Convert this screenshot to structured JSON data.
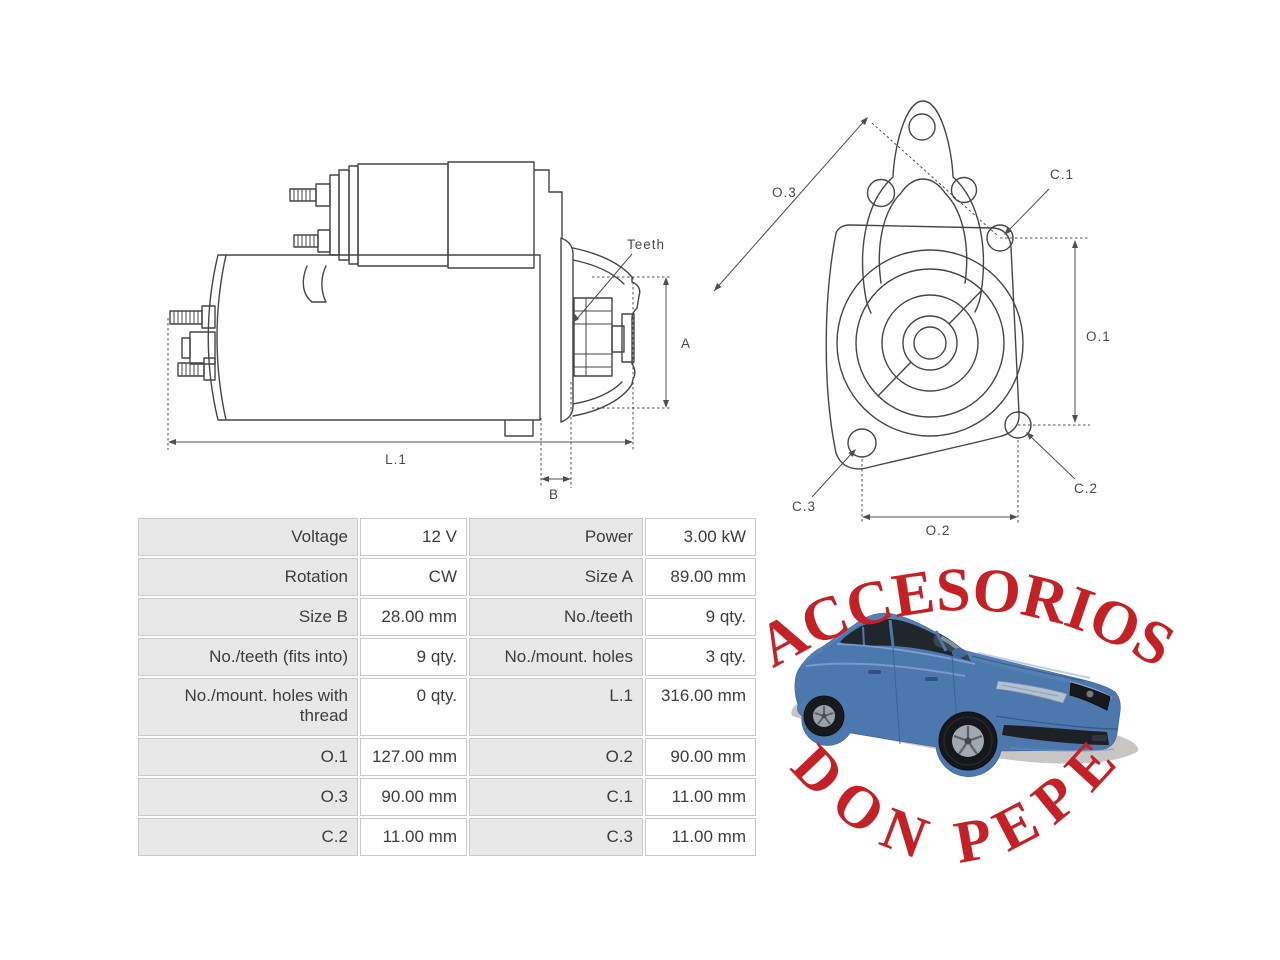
{
  "page": {
    "background": "#ffffff"
  },
  "diagrams": {
    "side_view": {
      "labels": {
        "teeth": "Teeth",
        "size_a": "A",
        "length_l1": "L.1",
        "size_b": "B"
      },
      "line_color": "#454545"
    },
    "front_view": {
      "labels": {
        "o3": "O.3",
        "c1": "C.1",
        "o1": "O.1",
        "c2": "C.2",
        "c3": "C.3",
        "o2": "O.2"
      },
      "line_color": "#454545"
    }
  },
  "spec_table": {
    "label_bg": "#e8e8e8",
    "value_bg": "#ffffff",
    "border_color": "#c9c9c9",
    "text_color": "#3d3d3d",
    "rows": [
      {
        "c0": "Voltage",
        "c1": "12 V",
        "c2": "Power",
        "c3": "3.00 kW"
      },
      {
        "c0": "Rotation",
        "c1": "CW",
        "c2": "Size A",
        "c3": "89.00 mm"
      },
      {
        "c0": "Size B",
        "c1": "28.00 mm",
        "c2": "No./teeth",
        "c3": "9 qty."
      },
      {
        "c0": "No./teeth (fits into)",
        "c1": "9 qty.",
        "c2": "No./mount. holes",
        "c3": "3 qty."
      },
      {
        "c0": "No./mount. holes with thread",
        "c1": "0 qty.",
        "c2": "L.1",
        "c3": "316.00 mm"
      },
      {
        "c0": "O.1",
        "c1": "127.00 mm",
        "c2": "O.2",
        "c3": "90.00 mm"
      },
      {
        "c0": "O.3",
        "c1": "90.00 mm",
        "c2": "C.1",
        "c3": "11.00 mm"
      },
      {
        "c0": "C.2",
        "c1": "11.00 mm",
        "c2": "C.3",
        "c3": "11.00 mm"
      }
    ]
  },
  "watermark": {
    "top_text": "ACCESORIOS",
    "bottom_text": "DON PEPE",
    "color": "#c42127"
  },
  "vehicle_photo": {
    "subject": "blue sedan car, front three-quarter view",
    "body_color": "#4d78ad",
    "window_color": "#21262d"
  }
}
